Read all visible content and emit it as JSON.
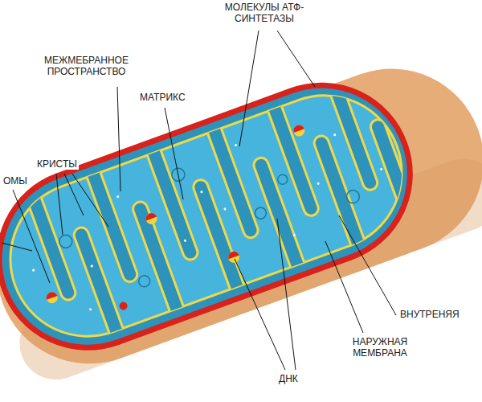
{
  "diagram": {
    "labels": [
      "МОЛЕКУЛЫ АТФ-СИНТЕТАЗЫ",
      "МЕЖМЕБРАННОЕ ПРОСТРАНСТВО",
      "МАТРИКС",
      "КРИСТЫ",
      "ОМЫ",
      "ВНУТРЕНЯЯ",
      "НАРУЖНАЯ МЕМБРАНА",
      "ДНК"
    ]
  }
}
